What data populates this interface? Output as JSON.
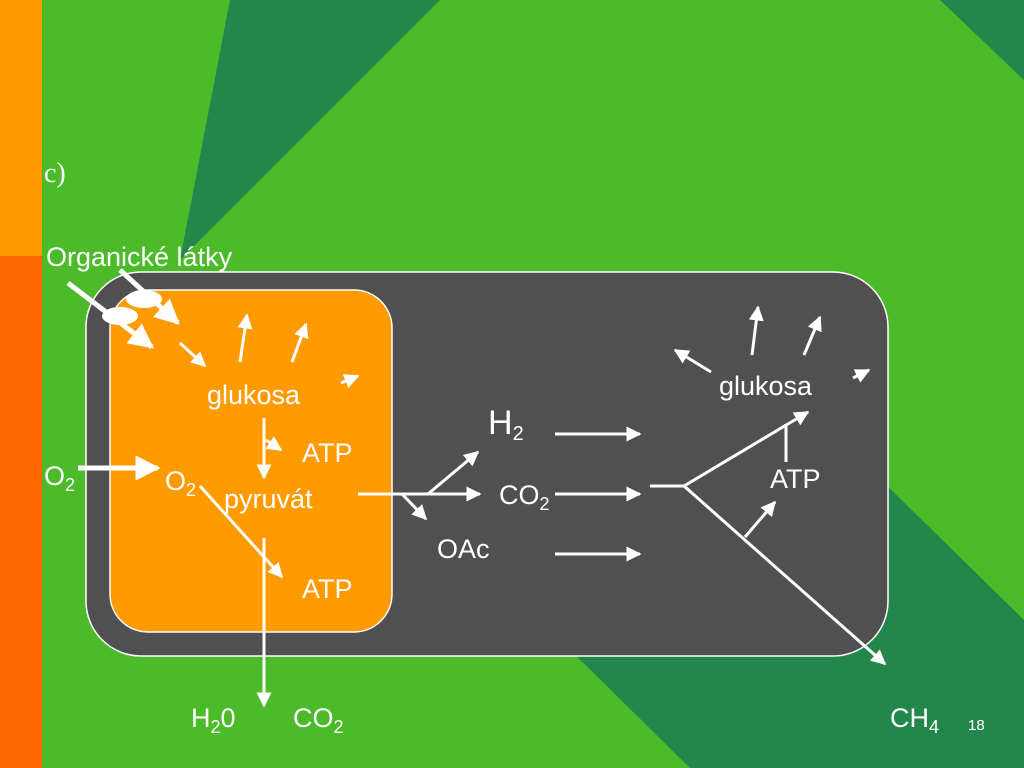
{
  "colors": {
    "background": "#4cbb2a",
    "dark_green": "#23874c",
    "orange_bar": "#ff9a00",
    "red_orange_bar": "#ff6600",
    "cell_outer": "#505050",
    "cell_inner": "#ff9a00",
    "arrow": "#ffffff"
  },
  "slide": {
    "label": "c)",
    "number": "18"
  },
  "labels": {
    "organic": "Organické látky",
    "glucose_left": "glukosa",
    "atp_upper_left": "ATP",
    "o2_outside": {
      "main": "O",
      "sub": "2"
    },
    "o2_inside": {
      "main": "O",
      "sub": "2"
    },
    "pyruvate": "pyruvát",
    "atp_lower_left": "ATP",
    "h2": {
      "main": "H",
      "sub": "2"
    },
    "co2_middle": {
      "main": "CO",
      "sub": "2"
    },
    "oac": "OAc",
    "glucose_right": "glukosa",
    "atp_right": "ATP",
    "water": {
      "main": "H",
      "sub": "2",
      "tail": "0"
    },
    "co2_bottom": {
      "main": "CO",
      "sub": "2"
    },
    "methane": {
      "main": "CH",
      "sub": "4"
    }
  }
}
